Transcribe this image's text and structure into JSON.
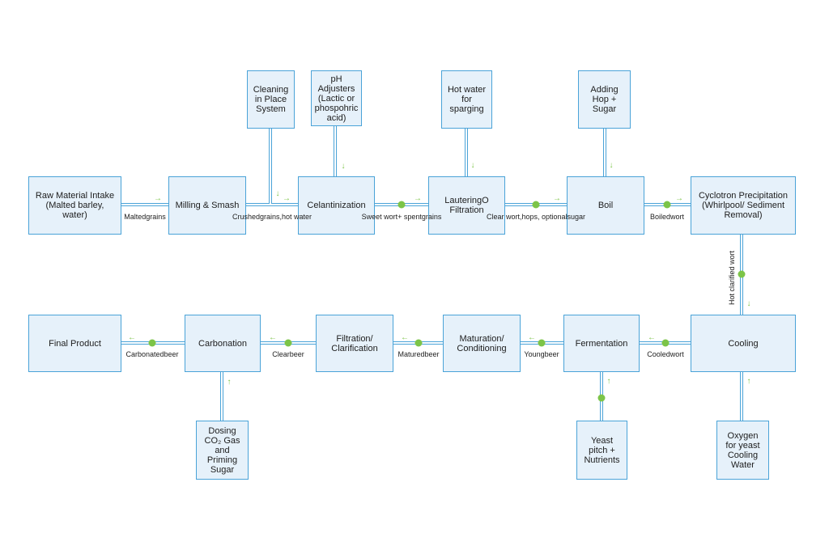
{
  "colors": {
    "box_fill": "#e6f1fa",
    "box_border": "#4aa3d8",
    "pipe": "#4aa3d8",
    "accent": "#7cc448"
  },
  "steps": {
    "raw_material": [
      "Raw Material Intake",
      "(Malted barley,",
      "water)"
    ],
    "milling": [
      "Milling & Smash"
    ],
    "cleaning": [
      "Cleaning",
      "in Place",
      "System"
    ],
    "ph": [
      "pH",
      "Adjusters",
      "(Lactic or",
      "phospohric",
      "acid)"
    ],
    "celantinization": [
      "Celantinization"
    ],
    "hot_water": [
      "Hot water",
      "for",
      "sparging"
    ],
    "lautering": [
      "LauteringO",
      "Filtration"
    ],
    "adding_hop": [
      "Adding",
      "Hop +",
      "Sugar"
    ],
    "boil": [
      "Boil"
    ],
    "cyclotron": [
      "Cyclotron Precipitation",
      "(Whirlpool/ Sediment",
      "Removal)"
    ],
    "cooling": [
      "Cooling"
    ],
    "oxygen": [
      "Oxygen",
      "for yeast",
      "Cooling",
      "Water"
    ],
    "fermentation": [
      "Fermentation"
    ],
    "yeast": [
      "Yeast",
      "pitch +",
      "Nutrients"
    ],
    "maturation": [
      "Maturation/",
      "Conditioning"
    ],
    "filtration": [
      "Filtration/",
      "Clarification"
    ],
    "carbonation": [
      "Carbonation"
    ],
    "dosing": [
      "Dosing",
      "CO₂ Gas",
      "and",
      "Priming",
      "Sugar"
    ],
    "final_product": [
      "Final Product"
    ]
  },
  "flows": {
    "malted_grains": [
      "Malted",
      "grains"
    ],
    "crushed_grains": [
      "Crushed",
      "grains,",
      "hot water"
    ],
    "sweet_wort": [
      "Sweet wort",
      "+ spent",
      "grains"
    ],
    "clear_wort": [
      "Clear wort,",
      "hops, optional",
      "sugar"
    ],
    "boiled_wort": [
      "Boiled",
      "wort"
    ],
    "hot_clarified_wort": "Hot clarified wort",
    "cooled_wort": [
      "Cooled",
      "wort"
    ],
    "young_beer": [
      "Young",
      "beer"
    ],
    "matured_beer": [
      "Matured",
      "beer"
    ],
    "clear_beer": [
      "Clear",
      "beer"
    ],
    "carbonated_beer": [
      "Carbonated",
      "beer"
    ]
  }
}
